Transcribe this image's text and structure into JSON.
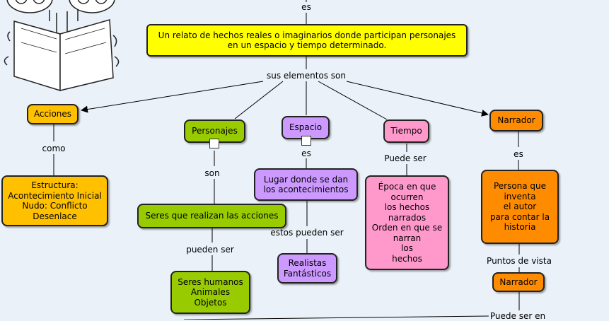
{
  "links": {
    "es_top": "es",
    "sus_elementos": "sus elementos son",
    "como": "como",
    "son": "son",
    "es_espacio": "es",
    "puede_ser": "Puede ser",
    "es_narrador": "es",
    "puedan_ser": "pueden ser",
    "estos_pueden_ser": "estos pueden ser",
    "puntos_de_vista": "Puntos de vista",
    "puede_ser_en": "Puede ser en"
  },
  "nodes": {
    "definicion": "Un relato de hechos reales o imaginarios donde participan personajes\nen un espacio y tiempo determinado.",
    "acciones": "Acciones",
    "personajes": "Personajes",
    "espacio": "Espacio",
    "tiempo": "Tiempo",
    "narrador": "Narrador",
    "estructura": "Estructura:\nAcontecimiento Inicial\nNudo: Conflicto\nDesenlace",
    "seres_acciones": "Seres que realizan las acciones",
    "lugar": "Lugar donde se dan\nlos acontecimientos",
    "epoca": "Época en que\nocurren\nlos hechos\nnarrados\nOrden en que se\nnarran\nlos\nhechos",
    "persona": "Persona que\ninventa\nel autor\npara contar la\nhistoria",
    "narrador2": "Narrador",
    "seres_humanos": "Seres humanos\nAnimales\nObjetos",
    "realistas": "Realistas\nFantásticos"
  },
  "colors": {
    "background": "#eaf1f8",
    "yellow": "#ffff00",
    "orange": "#ff8c00",
    "gold": "#ffc000",
    "green": "#99cc00",
    "purple": "#cc99ff",
    "pink": "#ff99cc"
  },
  "icons": [
    "picture-icon",
    "picture-icon"
  ],
  "illustration": "children-reading-book"
}
